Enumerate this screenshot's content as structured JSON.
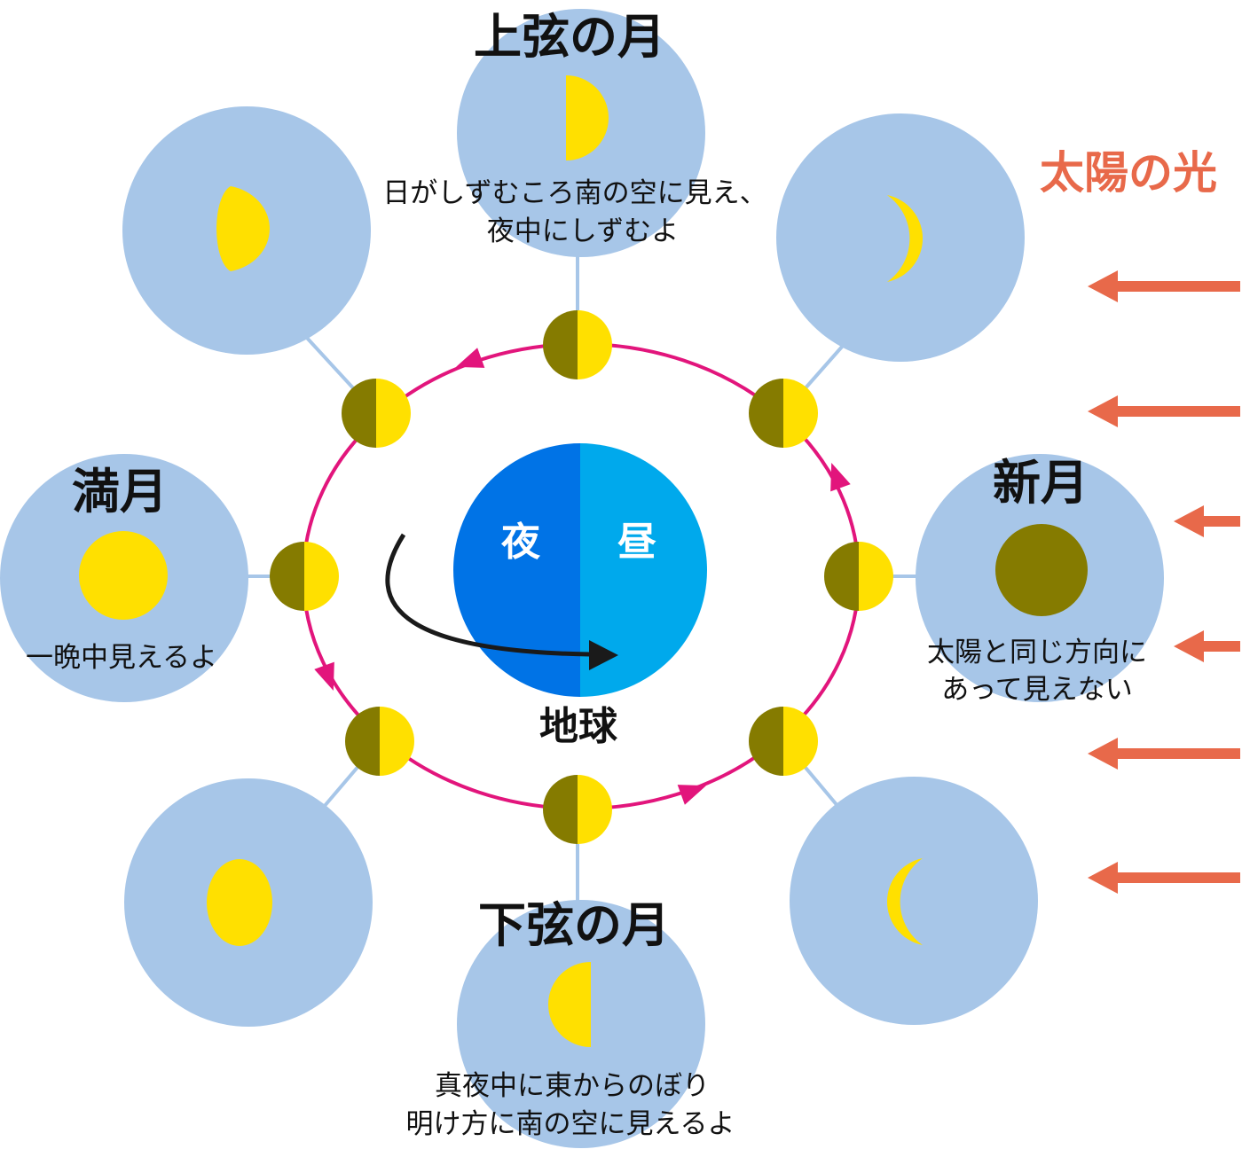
{
  "title_sunlight": "太陽の光",
  "earth": {
    "label": "地球",
    "night_label": "夜",
    "day_label": "昼"
  },
  "phases": {
    "first_quarter": {
      "name": "上弦の月",
      "note_lines": [
        "日がしずむころ南の空に見え、",
        "夜中にしずむよ"
      ]
    },
    "full_moon": {
      "name": "満月",
      "note_lines": [
        "一晩中見えるよ"
      ]
    },
    "new_moon": {
      "name": "新月",
      "note_lines": [
        "太陽と同じ方向に",
        "あって見えない"
      ]
    },
    "last_quarter": {
      "name": "下弦の月",
      "note_lines": [
        "真夜中に東からのぼり",
        "明け方に南の空に見えるよ"
      ]
    }
  },
  "colors": {
    "sky": "#a7c6e8",
    "moon_lit": "#ffe000",
    "moon_dark": "#857b00",
    "orbit": "#e2157c",
    "sunlight_arrow": "#e8694a",
    "earth_night": "#0073e6",
    "earth_day": "#00a9ec",
    "connector": "#a7c6e8"
  }
}
